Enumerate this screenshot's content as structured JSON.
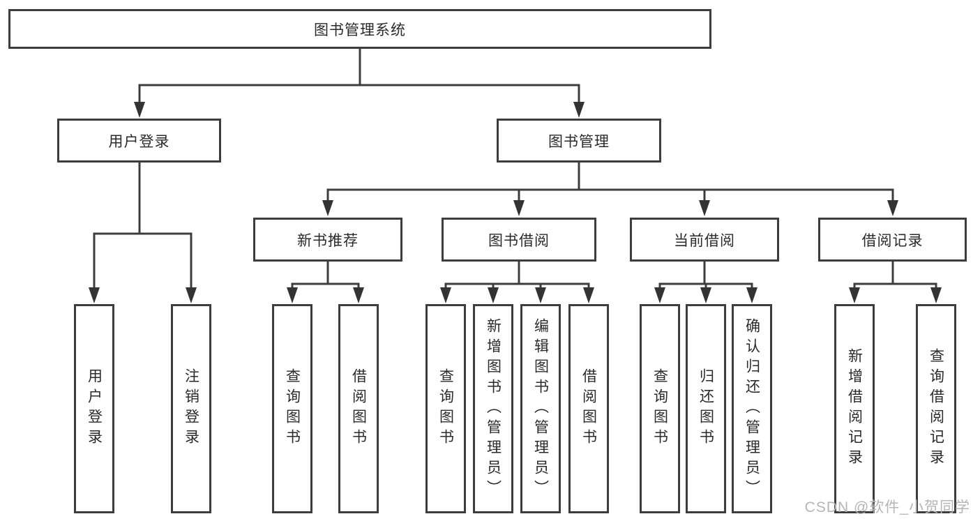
{
  "tree": {
    "label": "图书管理系统",
    "children": [
      {
        "label": "用户登录",
        "children": [
          {
            "label": "用户登录"
          },
          {
            "label": "注销登录"
          }
        ]
      },
      {
        "label": "图书管理",
        "children": [
          {
            "label": "新书推荐",
            "children": [
              {
                "label": "查询图书"
              },
              {
                "label": "借阅图书"
              }
            ]
          },
          {
            "label": "图书借阅",
            "children": [
              {
                "label": "查询图书"
              },
              {
                "label": "新增图书（管理员）"
              },
              {
                "label": "编辑图书（管理员）"
              },
              {
                "label": "借阅图书"
              }
            ]
          },
          {
            "label": "当前借阅",
            "children": [
              {
                "label": "查询图书"
              },
              {
                "label": "归还图书"
              },
              {
                "label": "确认归还（管理员）"
              }
            ]
          },
          {
            "label": "借阅记录",
            "children": [
              {
                "label": "新增借阅记录"
              },
              {
                "label": "查询借阅记录"
              }
            ]
          }
        ]
      }
    ]
  },
  "watermark": "CSDN @软件_小贺同学",
  "colors": {
    "line": "#3d3d3d",
    "text": "#2a2a2a",
    "watermark": "#b5b5b5",
    "background": "#ffffff"
  }
}
